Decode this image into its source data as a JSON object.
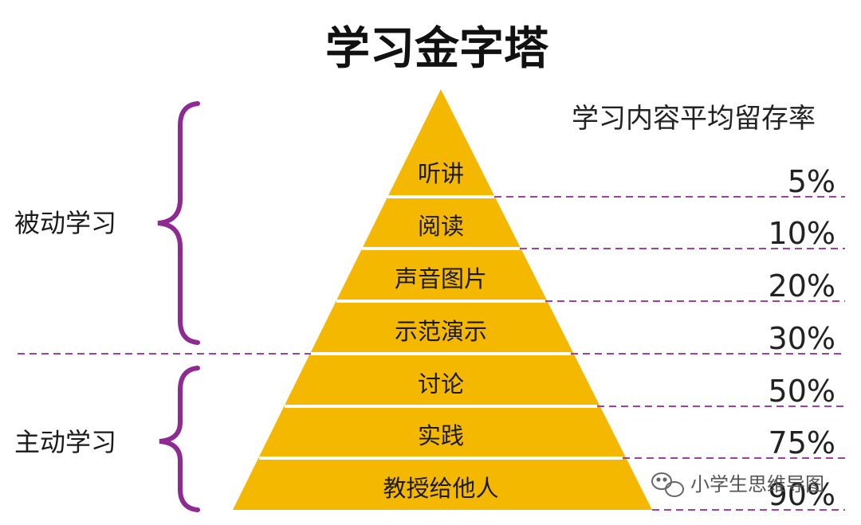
{
  "title": "学习金字塔",
  "rate_header": "学习内容平均留存率",
  "layers": [
    {
      "label": "听讲",
      "rate": "5%"
    },
    {
      "label": "阅读",
      "rate": "10%"
    },
    {
      "label": "声音图片",
      "rate": "20%"
    },
    {
      "label": "示范演示",
      "rate": "30%"
    },
    {
      "label": "讨论",
      "rate": "50%"
    },
    {
      "label": "实践",
      "rate": "75%"
    },
    {
      "label": "教授给他人",
      "rate": "90%"
    }
  ],
  "groups": {
    "passive": "被动学习",
    "active": "主动学习"
  },
  "watermark": "小学生思维导图",
  "colors": {
    "pyramid": "#F5B800",
    "dash": "#A040A0",
    "brace": "#8E2A92",
    "separator": "#ffffff"
  }
}
